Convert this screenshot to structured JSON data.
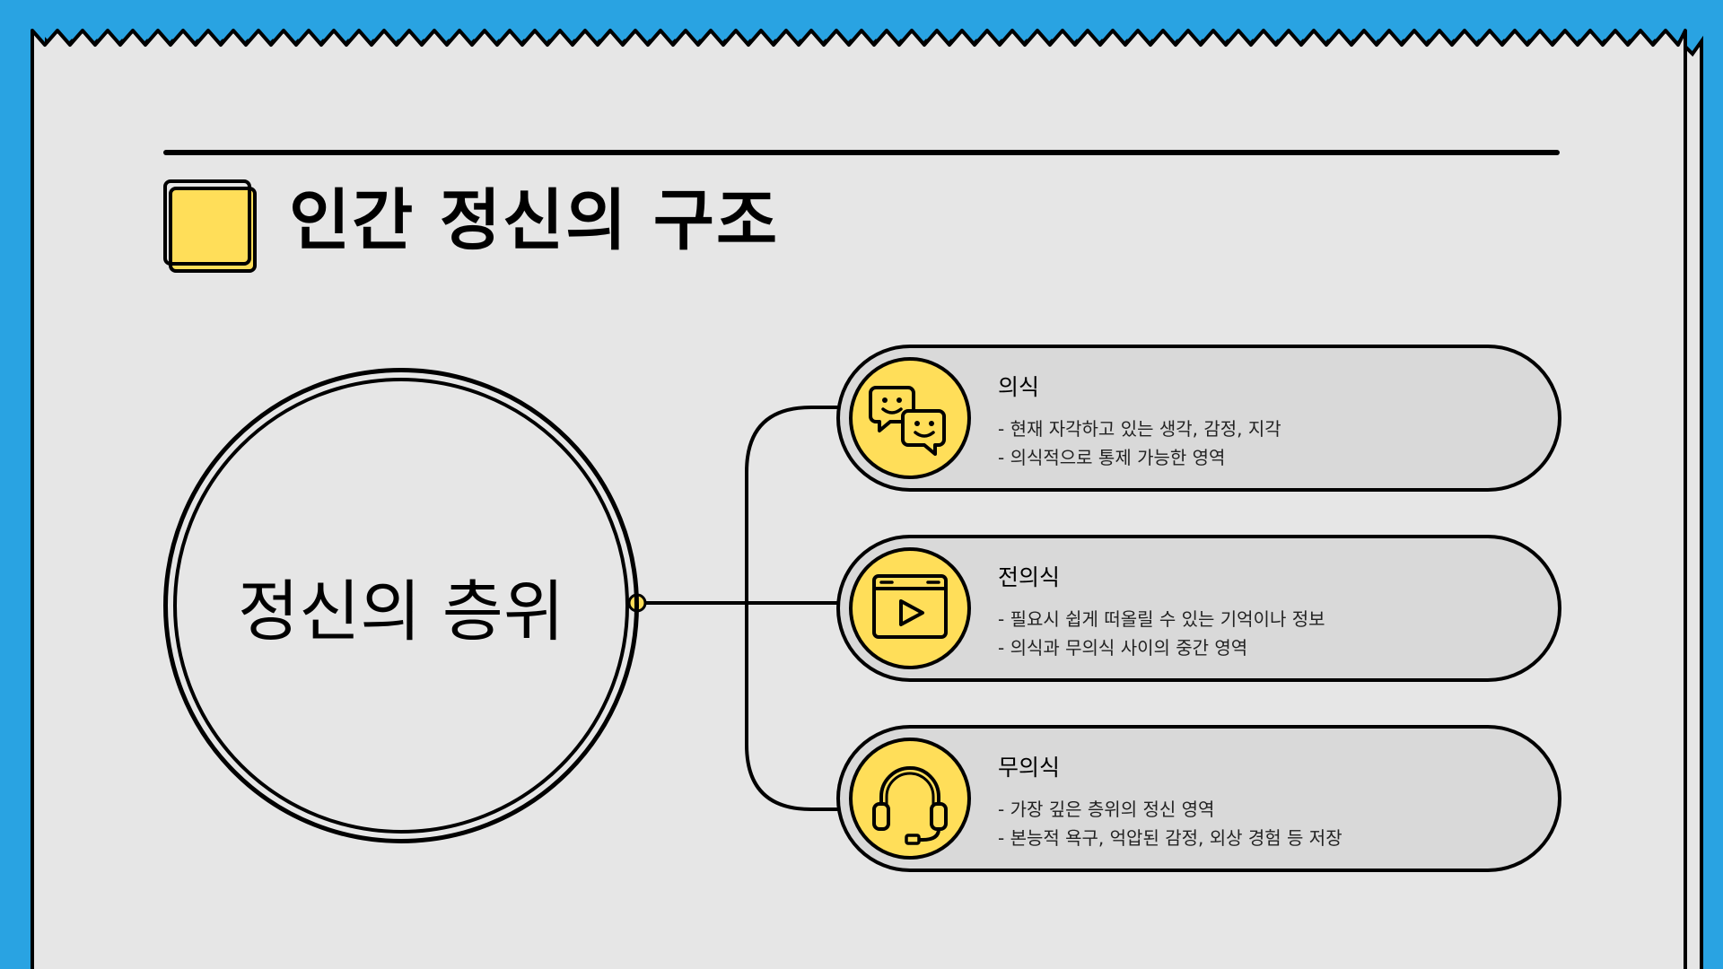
{
  "page": {
    "title": "인간 정신의 구조",
    "center_label": "정신의 층위"
  },
  "colors": {
    "background_blue": "#29A3E2",
    "paper": "#E6E6E6",
    "pill": "#D9D9D9",
    "accent_yellow": "#FFDE59",
    "ink": "#000000"
  },
  "items": [
    {
      "title": "의식",
      "icon": "chat-faces-icon",
      "lines": [
        "- 현재 자각하고 있는 생각, 감정, 지각",
        "- 의식적으로 통제 가능한 영역"
      ]
    },
    {
      "title": "전의식",
      "icon": "video-player-icon",
      "lines": [
        "- 필요시 쉽게 떠올릴 수 있는 기억이나 정보",
        "- 의식과 무의식 사이의 중간 영역"
      ]
    },
    {
      "title": "무의식",
      "icon": "headset-icon",
      "lines": [
        "- 가장 깊은 층위의 정신 영역",
        "- 본능적 욕구, 억압된 감정, 외상 경험 등 저장"
      ]
    }
  ]
}
